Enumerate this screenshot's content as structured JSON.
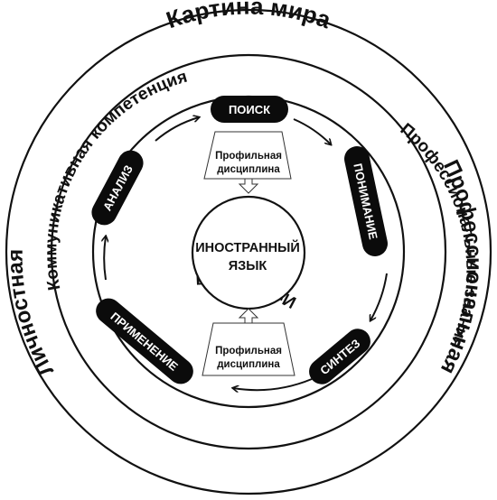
{
  "outer_ring": {
    "top_label": "Картина мира",
    "right_label": "Профессиональная",
    "left_label": "Личностная"
  },
  "middle_ring": {
    "top_label": "Коммуникативная компетенция",
    "right_label": "Профессиональные знания",
    "bottom_label": "Иноязычная"
  },
  "cycle_steps": {
    "search": "ПОИСК",
    "understanding": "ПОНИМАНИЕ",
    "synthesis": "СИНТЕЗ",
    "application": "ПРИМЕНЕНИЕ",
    "analysis": "АНАЛИЗ"
  },
  "discipline_top": {
    "line1": "Профильная",
    "line2": "дисциплина"
  },
  "discipline_bottom": {
    "line1": "Профильная",
    "line2": "дисциплина"
  },
  "core": {
    "line1": "ИНОСТРАННЫЙ",
    "line2": "ЯЗЫК"
  }
}
